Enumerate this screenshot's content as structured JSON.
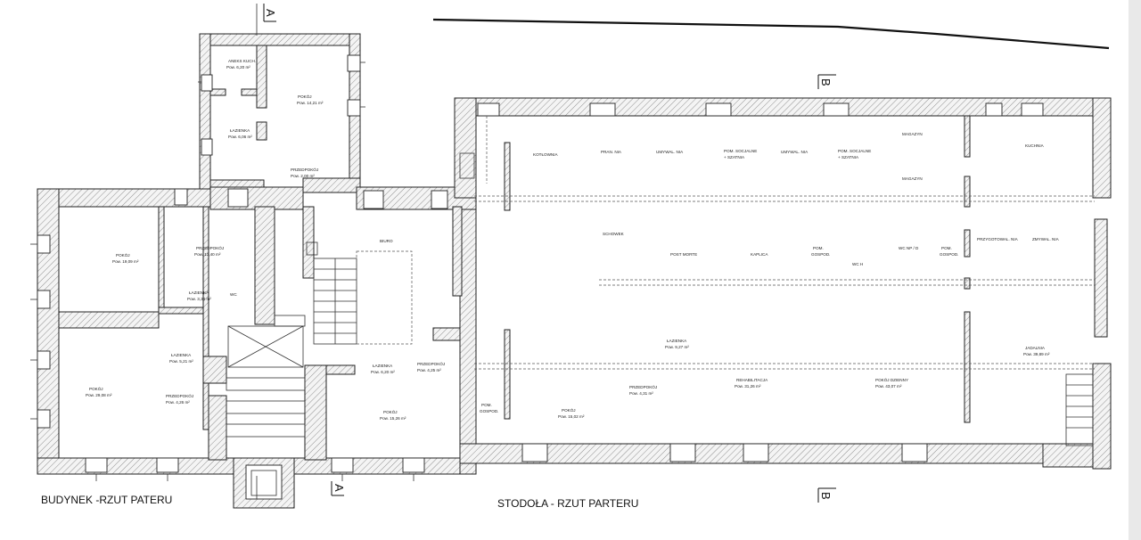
{
  "titles": {
    "building": "BUDYNEK -RZUT PATERU",
    "barn": "STODOŁA - RZUT PARTERU"
  },
  "section_marks": {
    "a": "A",
    "b": "B"
  },
  "rooms": [
    {
      "name": "ANEKS KUCH.",
      "area": "Pow. 6,20 m²"
    },
    {
      "name": "POKÓJ",
      "area": "Pow. 14,21 m²"
    },
    {
      "name": "ŁAZIENKA",
      "area": "Pow. 6,06 m²"
    },
    {
      "name": "PRZEDPOKÓJ",
      "area": "Pow. 2,00 m²"
    },
    {
      "name": "POKÓJ",
      "area": "Pow. 19,09 m²"
    },
    {
      "name": "PRZEDPOKÓJ",
      "area": "Pow. 13,40 m²"
    },
    {
      "name": "ŁAZIENKA",
      "area": "Pow. 3,34 m²"
    },
    {
      "name": "WC",
      "area": ""
    },
    {
      "name": "BIURO",
      "area": ""
    },
    {
      "name": "ŁAZIENKA",
      "area": "Pow. 5,21 m²"
    },
    {
      "name": "POKÓJ",
      "area": "Pow. 29,08 m²"
    },
    {
      "name": "PRZEDPOKÓJ",
      "area": "Pow. 4,26 m²"
    },
    {
      "name": "ŁAZIENKA",
      "area": "Pow. 6,20 m²"
    },
    {
      "name": "PRZEDPOKÓJ",
      "area": "Pow. 4,25 m²"
    },
    {
      "name": "POKÓJ",
      "area": "Pow. 15,26 m²"
    },
    {
      "name": "KOTŁOWNIA",
      "area": ""
    },
    {
      "name": "PRAN. NIA",
      "area": ""
    },
    {
      "name": "UMYWAL. NIA",
      "area": ""
    },
    {
      "name": "POM. SOCJALNE",
      "area": "+ SZATNIA"
    },
    {
      "name": "UMYWAL. NIA",
      "area": ""
    },
    {
      "name": "POM. SOCJALNE",
      "area": "+ SZATNIA"
    },
    {
      "name": "MAGAZYN",
      "area": ""
    },
    {
      "name": "MAGAZYN",
      "area": ""
    },
    {
      "name": "KUCHNIA",
      "area": ""
    },
    {
      "name": "SCHOWEK",
      "area": ""
    },
    {
      "name": "POST MORTE",
      "area": ""
    },
    {
      "name": "KAPLICA",
      "area": ""
    },
    {
      "name": "POM.",
      "area": "GOSPOD."
    },
    {
      "name": "WC H",
      "area": ""
    },
    {
      "name": "WC NP / D",
      "area": ""
    },
    {
      "name": "POM.",
      "area": "GOSPOD."
    },
    {
      "name": "PRZYGOTOWAL. NIA",
      "area": ""
    },
    {
      "name": "ZMYWAL. NIA",
      "area": ""
    },
    {
      "name": "ŁAZIENKA",
      "area": "Pow. 9,27 m²"
    },
    {
      "name": "JADALNIA",
      "area": "Pow. 39,89 m²"
    },
    {
      "name": "REHABILITACJA",
      "area": "Pow. 31,26 m²"
    },
    {
      "name": "POKÓJ DZIENNY",
      "area": "Pow. 43,07 m²"
    },
    {
      "name": "PRZEDPOKÓJ",
      "area": "Pow. 4,31 m²"
    },
    {
      "name": "POKÓJ",
      "area": "Pow. 15,02 m²"
    },
    {
      "name": "POM.",
      "area": "GOSPOD."
    }
  ]
}
